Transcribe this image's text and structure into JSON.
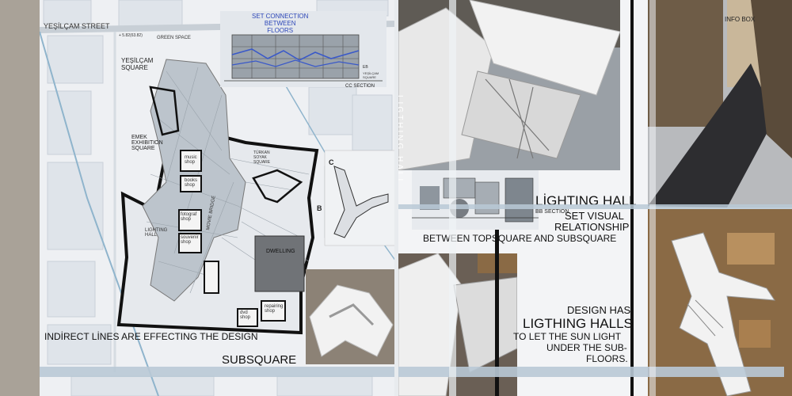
{
  "site_plan": {
    "street": "YEŞİLÇAM STREET",
    "green_space": "GREEN SPACE",
    "square": "YEŞİLÇAM\nSQUARE",
    "emek": "EMEK\nEXHIBITION\nSQUARE",
    "music_shop": "music\nshop",
    "books": "books\nshop",
    "foto_shop": "fotograf\nshop",
    "souvenir": "souvenir\nshop",
    "lighting_hall": "LIGHTING\nHALL",
    "dwelling": "DWELLING",
    "movie_bridge": "MOVIE BRIDGE",
    "turkan": "TÜRKAN\nSOYAK\nSQUARE",
    "repairing": "repairing\nshop",
    "dvd": "dvd\nshop",
    "marker_c": "C",
    "marker_b": "B",
    "level": "+ 5.82(63.82)"
  },
  "cc_section": {
    "title": "SET CONNECTION\nBETWEEN\nFLOORS",
    "label": "CC SECTION",
    "level_a": "EB",
    "level_b": "YEŞİLÇAM\nSQUARE"
  },
  "bb_section": {
    "label": "BB SECTION"
  },
  "notes": {
    "indirect": "INDİRECT LİNES ARE EFFECTING THE DESIGN",
    "subsquare": "SUBSQUARE",
    "vertical_lighting": "LIGTHING HALL",
    "lighting_hall_title": "LİGHTING HALL",
    "visual_1": "SET VISUAL",
    "visual_2": "RELATIONSHIP",
    "visual_3": "BETWEEN TOPSQUARE AND SUBSQUARE",
    "design_1": "DESIGN HAS",
    "design_2": "LIGTHING HALLS",
    "design_3": "TO LET THE SUN LIGHT",
    "design_4": "UNDER THE SUB-",
    "design_5": "FLOORS.",
    "info_box": "INFO BOX"
  },
  "colors": {
    "paper": "#f2f4f6",
    "sky_blue": "#7fa8c4",
    "band_blue": "#b9c9d6",
    "cardboard": "#8a6a45"
  }
}
